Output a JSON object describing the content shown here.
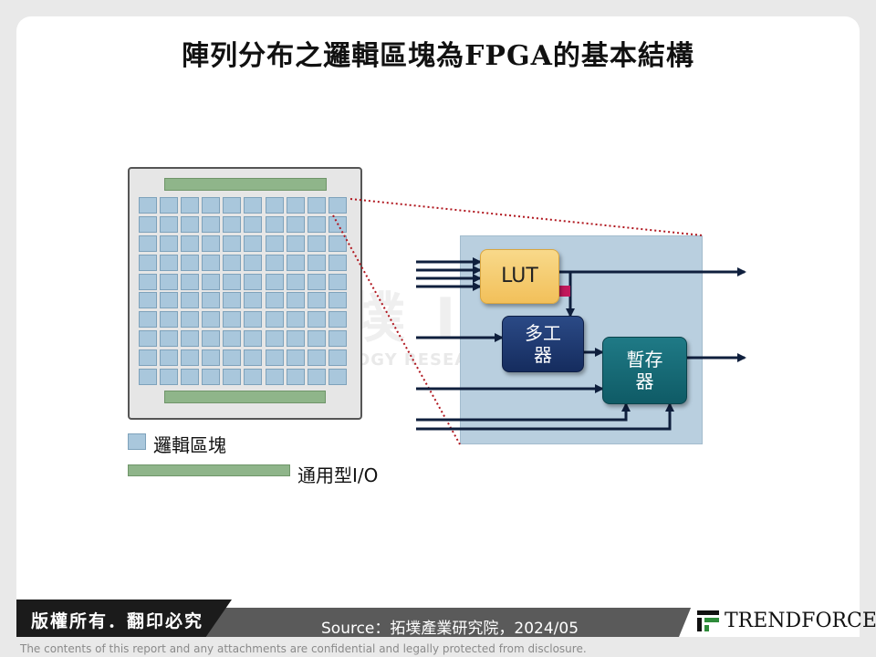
{
  "title": "陣列分布之邏輯區塊為FPGA的基本結構",
  "diagram": {
    "lut_label": "LUT",
    "mux_label": [
      "多工",
      "器"
    ],
    "register_label": [
      "暫存",
      "器"
    ]
  },
  "legend": {
    "logic_block": "邏輯區塊",
    "general_io": "通用型I/O"
  },
  "watermark": {
    "main": "拓墣 IEK",
    "sub": "TOPOLOGY RESEARCH INSTITUTE"
  },
  "footer": {
    "copyright": "版權所有．翻印必究",
    "source": "Source：拓墣產業研究院，2024/05",
    "brand": "TRENDFORCE",
    "disclaimer": "The contents of this report and any attachments are confidential and legally protected from disclosure."
  },
  "colors": {
    "logic_cell": "#a9c7dc",
    "io_bar": "#8fb58a",
    "lut": "#f2c05a",
    "mux": "#1d3670",
    "register": "#136a75",
    "zoom_bg": "#b9cfdf",
    "zoom_line": "#b0161e"
  }
}
